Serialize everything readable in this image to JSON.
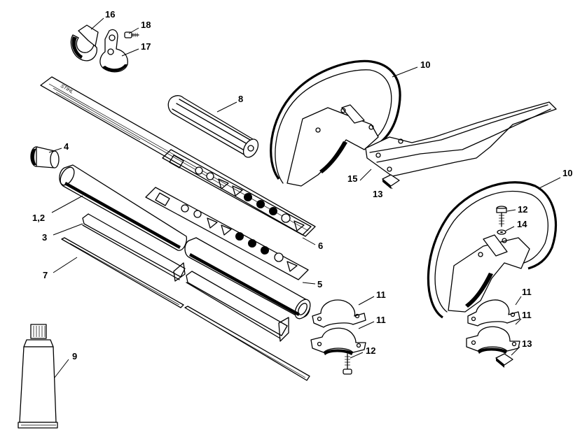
{
  "diagram": {
    "callouts": {
      "c16": "16",
      "c18": "18",
      "c17": "17",
      "c10a": "10",
      "c8": "8",
      "c4": "4",
      "c15": "15",
      "c13a": "13",
      "c10b": "10",
      "c12a": "12",
      "c14": "14",
      "c12": "1,2",
      "c3": "3",
      "c6": "6",
      "c7": "7",
      "c5": "5",
      "c11a": "11",
      "c11b": "11",
      "c11c": "11",
      "c11d": "11",
      "c9": "9",
      "c12b": "12",
      "c13b": "13"
    },
    "decal_text": "STIHL"
  }
}
